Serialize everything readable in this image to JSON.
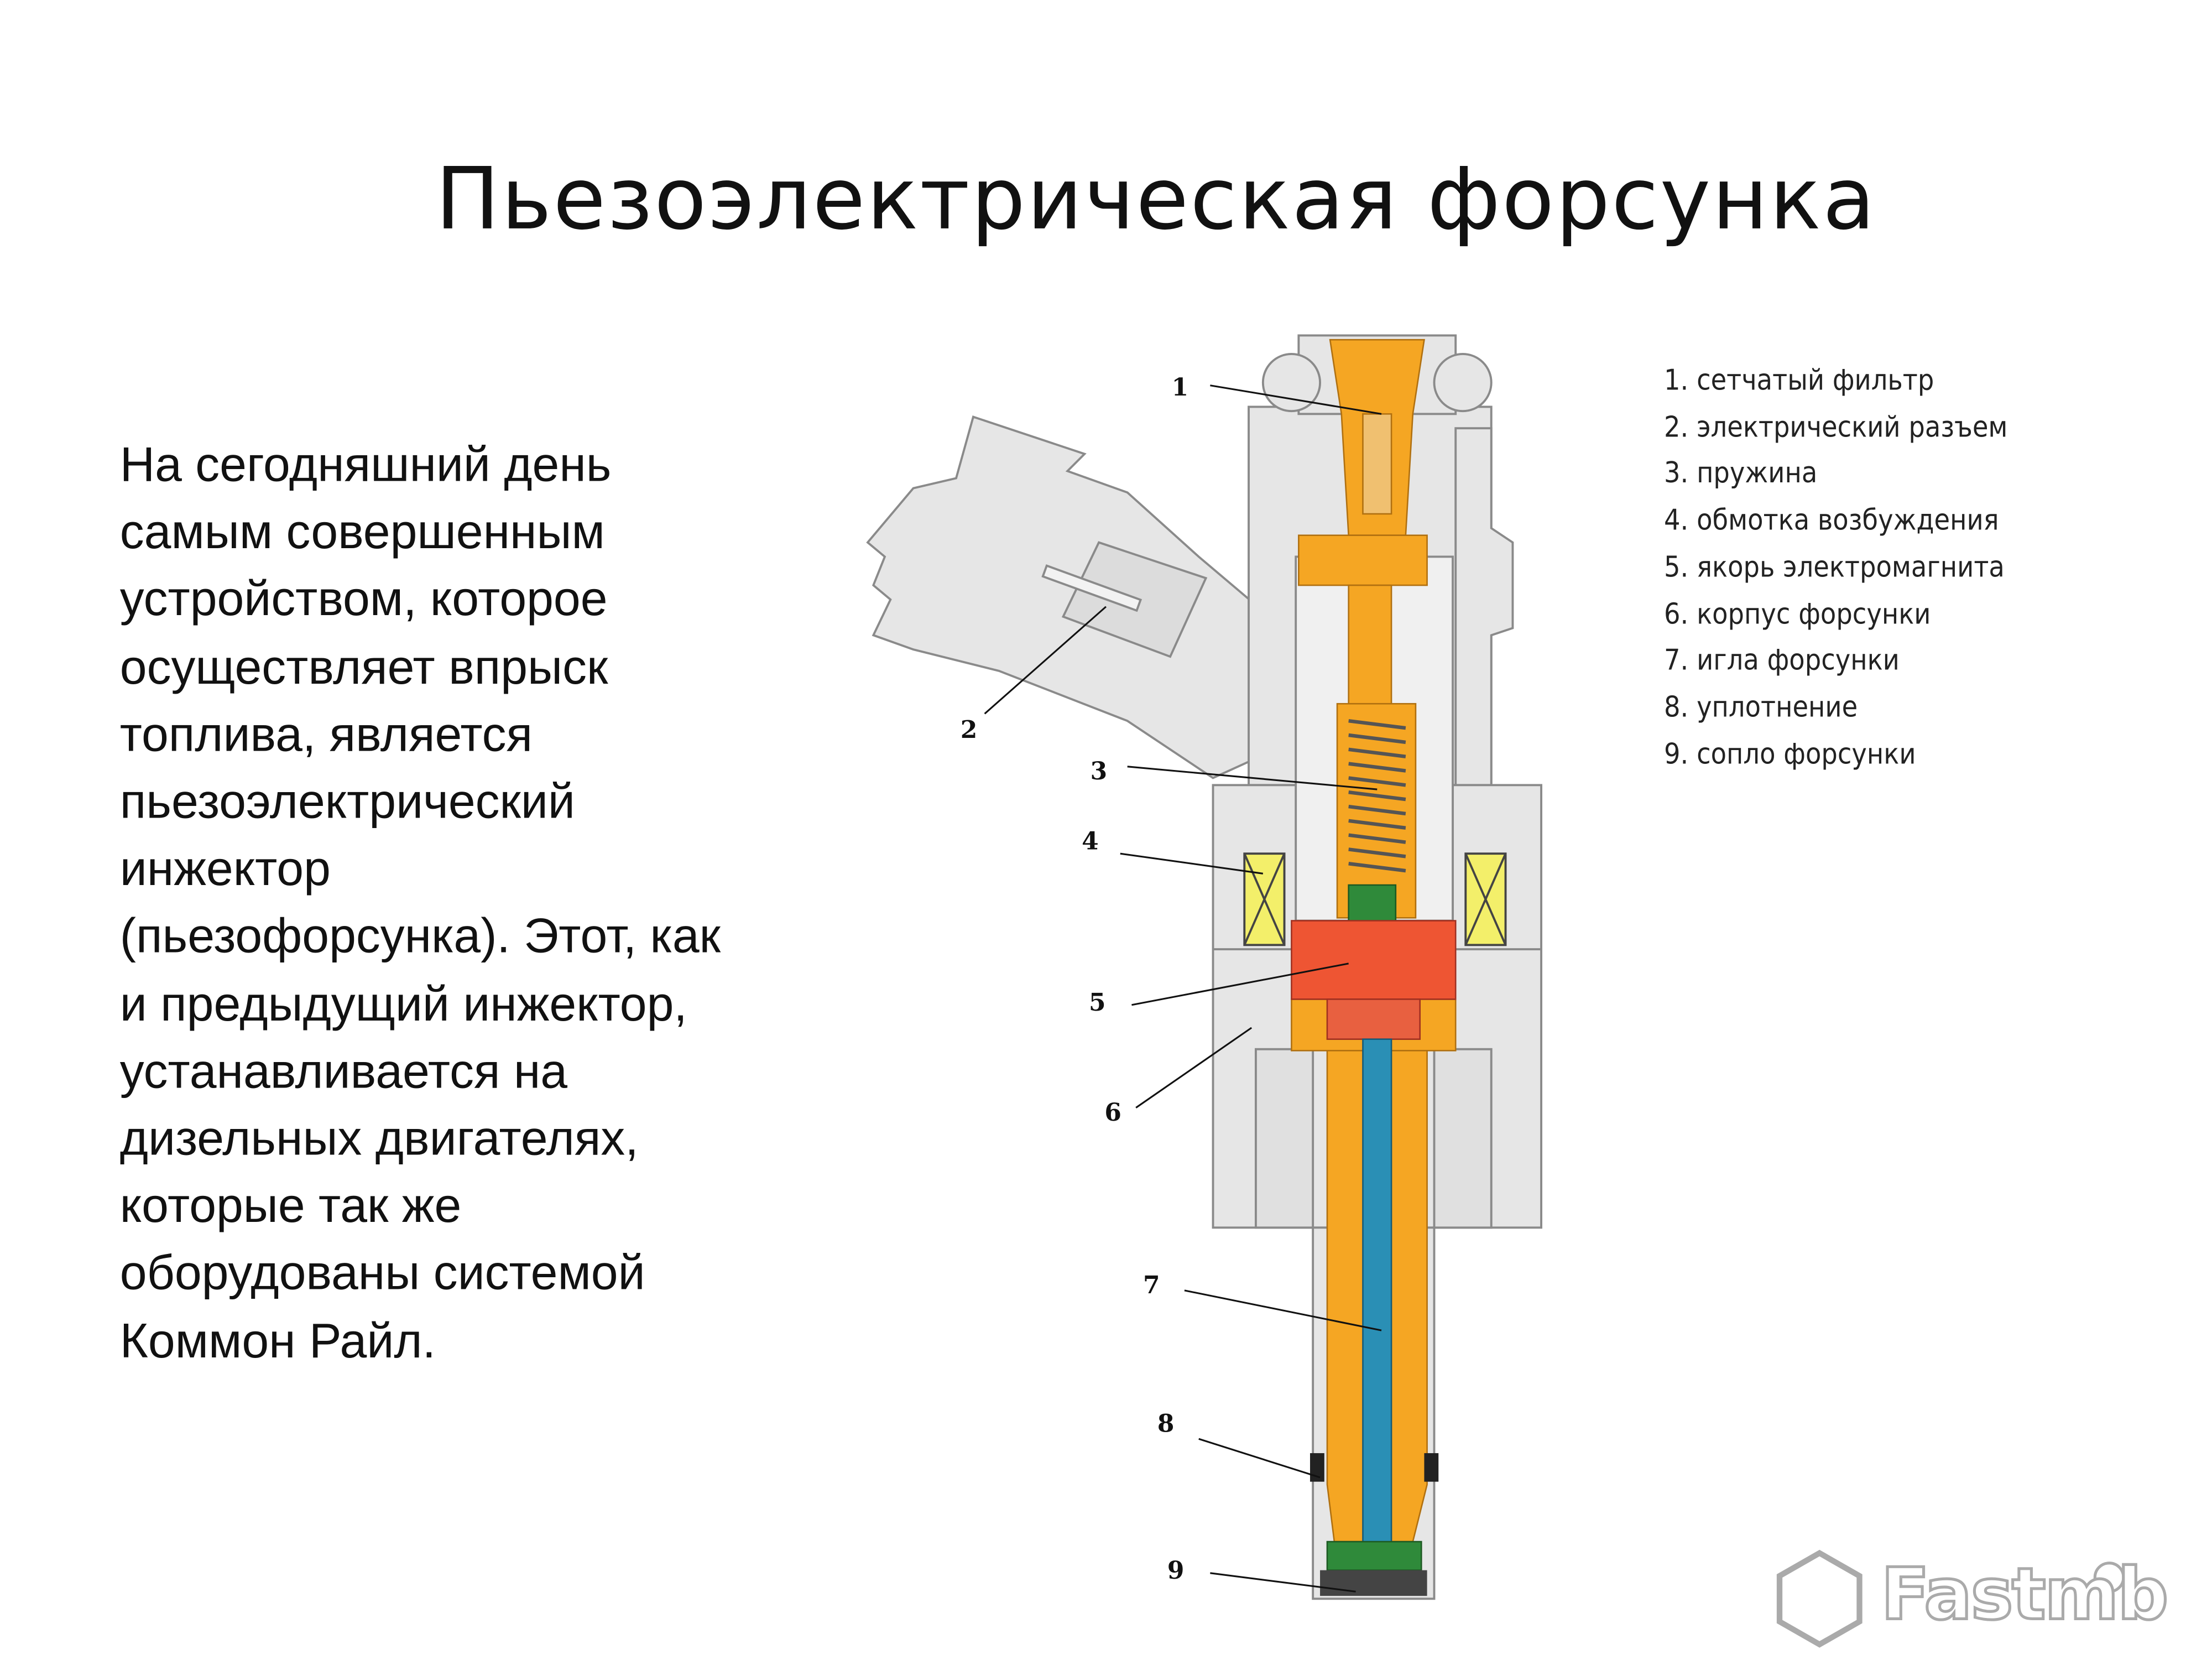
{
  "title": "Пьезоэлектрическая форсунка",
  "paragraph_lines": [
    "На сегодняшний день",
    "самым совершенным",
    "устройством, которое",
    "осуществляет впрыск",
    "топлива, является",
    "пьезоэлектрический",
    "инжектор",
    "(пьезофорсунка). Этот, как",
    "и предыдущий инжектор,",
    "устанавливается на",
    "дизельных двигателях,",
    "которые так же",
    "оборудованы системой",
    "Коммон Райл."
  ],
  "legend": [
    "1. сетчатый фильтр",
    "2. электрический разъем",
    "3. пружина",
    "4. обмотка возбуждения",
    "5. якорь электромагнита",
    "6. корпус форсунки",
    "7. игла форсунки",
    "8. уплотнение",
    "9. сопло форсунки"
  ],
  "callouts": [
    "1",
    "2",
    "3",
    "4",
    "5",
    "6",
    "7",
    "8",
    "9"
  ],
  "watermark": "Fastmb",
  "colors": {
    "body": "#e6e6e6",
    "outline": "#8a8a8a",
    "fuel": "#f5a623",
    "armature": "#ee5533",
    "needle": "#2a8fb5",
    "coil": "#f3ef6a",
    "seal": "#3a8a3a"
  }
}
